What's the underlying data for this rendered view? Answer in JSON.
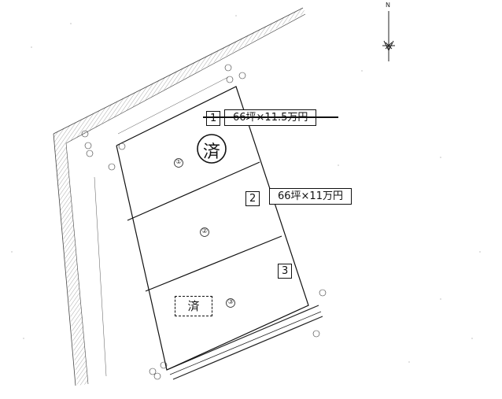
{
  "lots": [
    {
      "number": "1",
      "price": "66坪×11.5万円",
      "sold": true
    },
    {
      "number": "2",
      "price": "66坪×11万円",
      "sold": false
    },
    {
      "number": "3",
      "sold": false
    }
  ],
  "sold_mark": "済",
  "plot_numbers": [
    "①",
    "②",
    "③"
  ],
  "compass": {
    "north": "N"
  },
  "colors": {
    "ink": "#111111",
    "road_hatch": "#555555"
  }
}
